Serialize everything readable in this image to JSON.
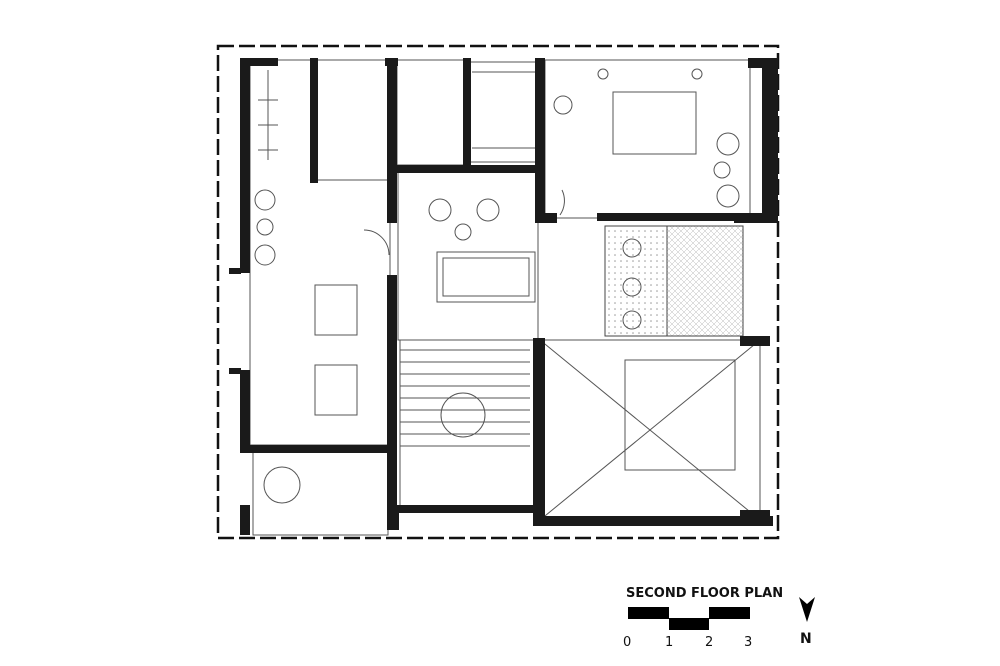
{
  "title": "SECOND FLOOR PLAN",
  "scale_bar": {
    "labels": [
      "0",
      "1",
      "2",
      "3"
    ]
  },
  "north_arrow": {
    "label": "N"
  },
  "colors": {
    "wall": "#1a1a1a",
    "line": "#555555",
    "hatch": "#bbbbbb"
  }
}
